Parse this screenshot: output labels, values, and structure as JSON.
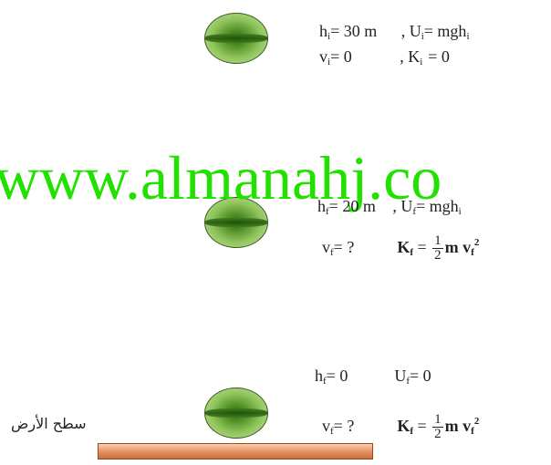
{
  "top": {
    "line1": {
      "h": "h",
      "h_sub": "i",
      "h_val": "= 30 m",
      "sep": ",",
      "U": "U",
      "U_sub": "i",
      "U_val": "= mgh",
      "U_trail_sub": "i"
    },
    "line2": {
      "v": "v",
      "v_sub": "i",
      "v_val": "= 0",
      "sep": ",",
      "K": "K",
      "K_sub": "i",
      "K_val": "= 0"
    }
  },
  "middle": {
    "line1": {
      "h": "h",
      "h_sub": "f",
      "h_val": "= 20 m",
      "sep": ",",
      "U": "U",
      "U_sub": "f",
      "U_val": "= mgh",
      "U_trail_sub": "i"
    },
    "line2": {
      "v": "v",
      "v_sub": "f",
      "v_val": "= ?",
      "K": "K",
      "K_sub": "f",
      "eq": "=",
      "num": "1",
      "den": "2",
      "rest": "m v",
      "rest_sub": "f",
      "rest_sup": "2"
    }
  },
  "bottom": {
    "line1": {
      "h": "h",
      "h_sub": "f",
      "h_val": "= 0",
      "U": "U",
      "U_sub": "f",
      "U_val": "= 0"
    },
    "line2": {
      "v": "v",
      "v_sub": "f",
      "v_val": "= ?",
      "K": "K",
      "K_sub": "f",
      "eq": "=",
      "num": "1",
      "den": "2",
      "rest": "m v",
      "rest_sub": "f",
      "rest_sup": "2"
    }
  },
  "ground_label": "سطح الأرض",
  "watermark": "www.almanahj.co",
  "colors": {
    "watermark": "#22e000",
    "ball": "#4f8e26",
    "ground": "#e39060"
  }
}
